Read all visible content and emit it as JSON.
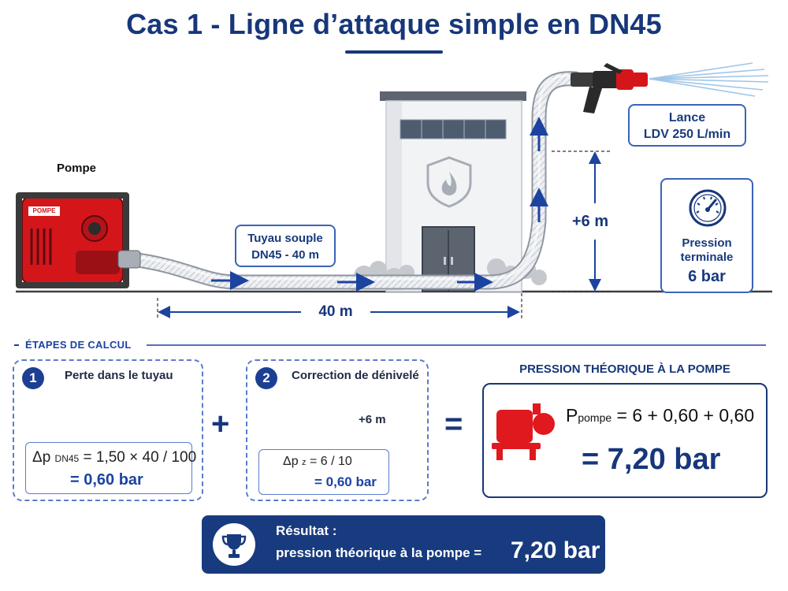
{
  "title": "Cas 1 - Ligne d’attaque simple en DN45",
  "scene": {
    "pump_label": "Pompe",
    "pump_badge": "POMPE",
    "hose_label_line1": "Tuyau souple",
    "hose_label_line2": "DN45 - 40 m",
    "distance_label": "40 m",
    "height_label": "+6 m",
    "lance_line1": "Lance",
    "lance_line2": "LDV 250 L/min",
    "pressure_line1": "Pression",
    "pressure_line2": "terminale",
    "pressure_value": "6 bar"
  },
  "steps": {
    "section_title": "ÉTAPES DE CALCUL",
    "step1": {
      "number": "1",
      "title": "Perte dans le tuyau",
      "symbol": "Δp",
      "subscript": "DN45",
      "expression": "=  1,50 × 40 / 100",
      "result": "=  0,60  bar"
    },
    "plus": "+",
    "step2": {
      "number": "2",
      "title": "Correction de dénivelé",
      "height_label": "+6 m",
      "symbol": "Δp",
      "subscript": "z",
      "expression": "=  6 / 10",
      "result": "=  0,60 bar"
    },
    "equals": "=",
    "pump_pressure": {
      "heading": "PRESSION THÉORIQUE À LA POMPE",
      "symbol": "P",
      "subscript": "pompe",
      "expression": "=  6 + 0,60 + 0,60",
      "result": "= 7,20 bar"
    }
  },
  "result_banner": {
    "line1": "Résultat :",
    "line2": "pression théorique à la pompe  =",
    "value": "7,20 bar"
  },
  "colors": {
    "navy": "#17377a",
    "accent_blue": "#1c43a0",
    "pump_red": "#d4161b",
    "banner_bg": "#183a7e"
  }
}
